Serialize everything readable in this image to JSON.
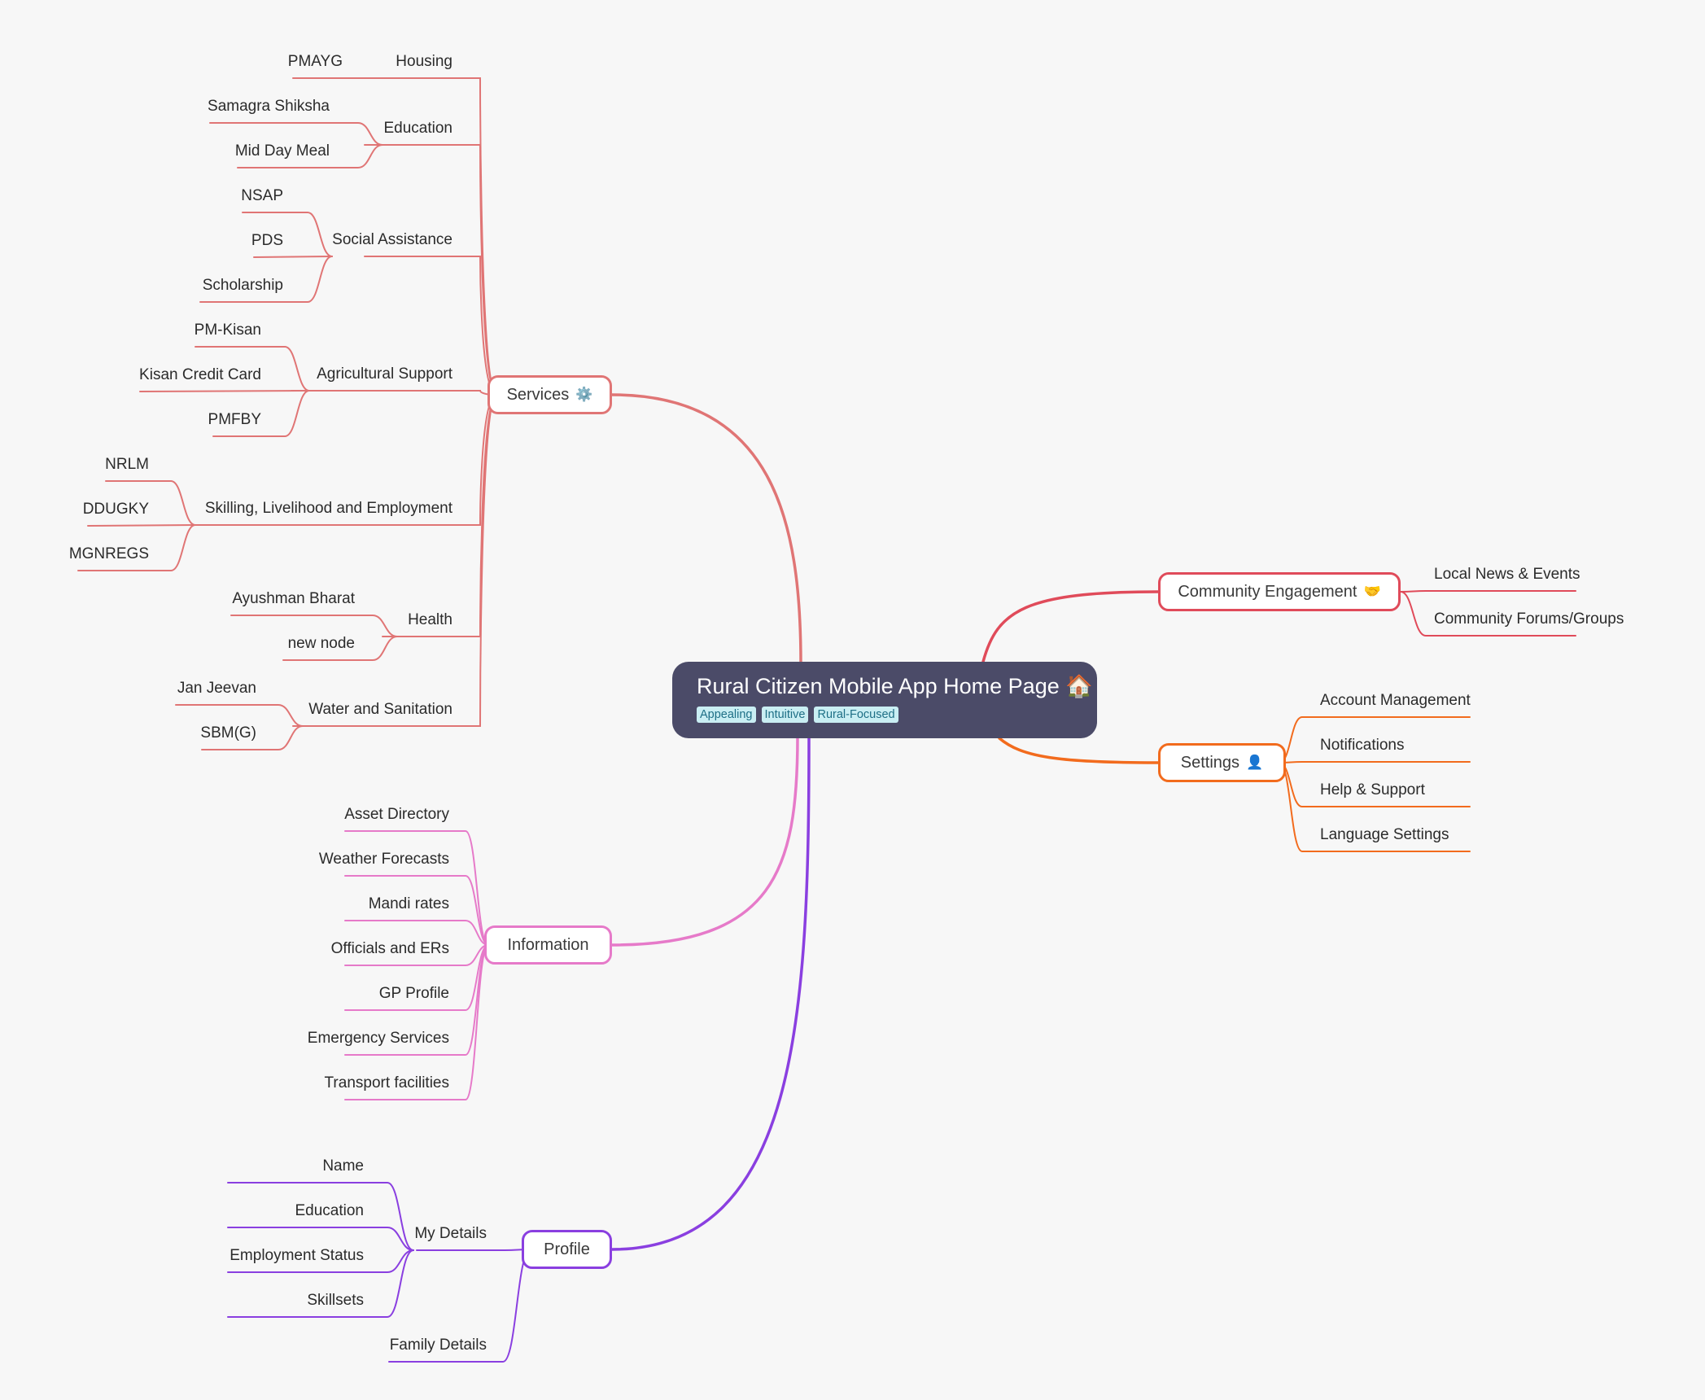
{
  "central": {
    "title": "Rural Citizen Mobile App Home Page",
    "icon": "house-icon",
    "tags": [
      "Appealing",
      "Intuitive",
      "Rural-Focused"
    ]
  },
  "colors": {
    "services": "#e07575",
    "information": "#e67ac9",
    "profile": "#8a3fe0",
    "community": "#e04b5a",
    "settings": "#f26b1d",
    "central_bg": "#4b4b68",
    "tag_bg": "#c9eef3"
  },
  "services": {
    "label": "Services",
    "icon": "gear-icon",
    "groups": [
      {
        "label": "Housing",
        "items": [
          "PMAYG"
        ]
      },
      {
        "label": "Education",
        "items": [
          "Samagra Shiksha",
          "Mid Day Meal"
        ]
      },
      {
        "label": "Social Assistance",
        "items": [
          "NSAP",
          "PDS",
          "Scholarship"
        ]
      },
      {
        "label": "Agricultural Support",
        "items": [
          "PM-Kisan",
          "Kisan Credit Card",
          "PMFBY"
        ]
      },
      {
        "label": "Skilling, Livelihood and Employment",
        "items": [
          "NRLM",
          "DDUGKY",
          "MGNREGS"
        ]
      },
      {
        "label": "Health",
        "items": [
          "Ayushman Bharat",
          "new node"
        ]
      },
      {
        "label": "Water and Sanitation",
        "items": [
          "Jan Jeevan",
          "SBM(G)"
        ]
      }
    ]
  },
  "information": {
    "label": "Information",
    "items": [
      "Asset Directory",
      "Weather Forecasts",
      "Mandi rates",
      "Officials and ERs",
      "GP Profile",
      "Emergency Services",
      "Transport facilities"
    ]
  },
  "profile": {
    "label": "Profile",
    "groups": [
      {
        "label": "My Details",
        "items": [
          "Name",
          "Education",
          "Employment Status",
          "Skillsets"
        ]
      },
      {
        "label": "Family Details",
        "items": []
      }
    ]
  },
  "community": {
    "label": "Community Engagement",
    "icon": "handshake-icon",
    "items": [
      "Local News & Events",
      "Community Forums/Groups"
    ]
  },
  "settings": {
    "label": "Settings",
    "icon": "user-icon",
    "items": [
      "Account Management",
      "Notifications",
      "Help & Support",
      "Language Settings"
    ]
  }
}
